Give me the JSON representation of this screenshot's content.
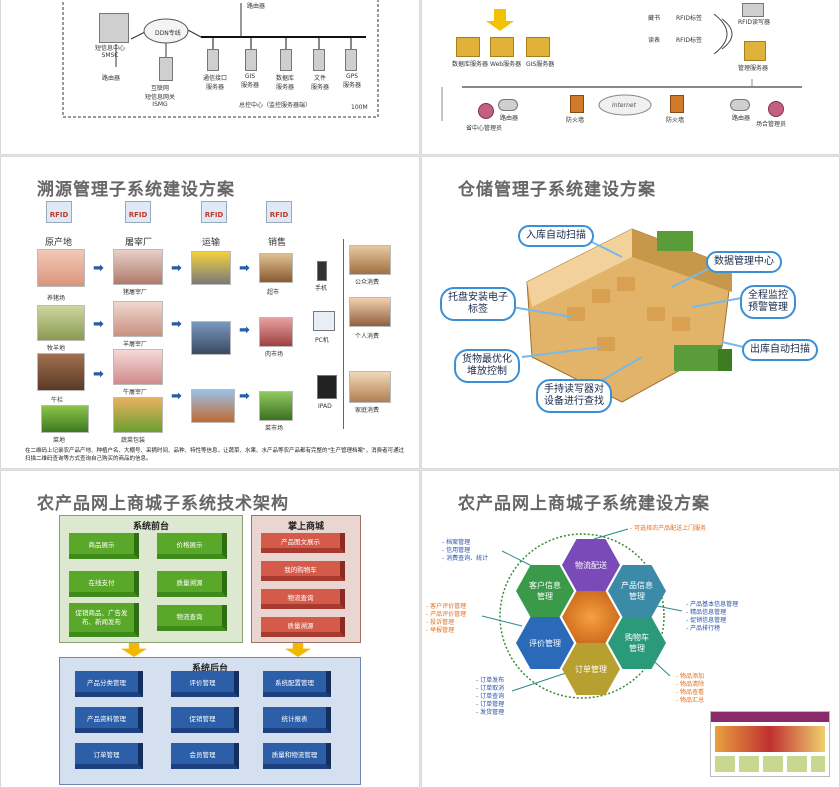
{
  "slides": {
    "top_left": {
      "labels": {
        "sms": "短信息中心\nSMSC",
        "router": "路由器",
        "ddn": "DDN专线",
        "gateway": "互联网\n短信息网关\nISMG",
        "server_top": "路由器",
        "comm": "通信接口\n服务器",
        "gis": "GIS\n服务器",
        "db": "数据库\n服务器",
        "file": "文件\n服务器",
        "gps": "GPS\n服务器",
        "center": "总控中心（监控服务器端）",
        "bandwidth": "100M"
      }
    },
    "top_right": {
      "labels": {
        "db_server": "数据库服务器",
        "web_server": "Web服务器",
        "gis_server": "GIS服务器",
        "internet": "Internet",
        "router": "路由器",
        "firewall1": "防火墙",
        "firewall2": "防火墙",
        "router2": "路由器",
        "center_admin": "省中心管理员",
        "user": "场合管理员",
        "rfid_reader": "RFID读写器",
        "mgmt_server": "管理服务器",
        "card1": "藏书",
        "card2": "RFID标签",
        "card3": "读表",
        "card4": "RFID标签"
      }
    },
    "mid_left": {
      "title": "溯源管理子系统建设方案",
      "rfid": "RFID",
      "columns": [
        "原产地",
        "屠宰厂",
        "运输",
        "销售"
      ],
      "origin_items": [
        "养猪场",
        "牧羊地",
        "牛栏",
        "菜地"
      ],
      "factory_items": [
        "猪屠宰厂",
        "羊屠宰厂",
        "牛屠宰厂",
        "蔬菜包装"
      ],
      "sale_items": [
        "超市",
        "肉市场",
        "菜市场"
      ],
      "devices": [
        "手机",
        "PC机",
        "IPAD"
      ],
      "consume": [
        "公众消费",
        "个人消费",
        "家庭消费"
      ],
      "note": "在二维码上记录农产品产地、种植户名、大棚号、采摘时间、品种、特性等信息，让蔬菜、水果、水产品等农产品都有完整的\"生产管理档案\"，消费者可通过扫描二维码查询等方式查询自己购买的商品的信息。"
    },
    "mid_right": {
      "title": "仓储管理子系统建设方案",
      "pills": [
        "入库自动扫描",
        "数据管理中心",
        "托盘安装电子\n标签",
        "全程监控\n预警管理",
        "出库自动扫描",
        "货物最优化\n堆放控制",
        "手持读写器对\n设备进行查找"
      ]
    },
    "bottom_left": {
      "title": "农产品网上商城子系统技术架构",
      "front": "系统前台",
      "mobile": "掌上商城",
      "back": "系统后台",
      "front_items": [
        "商品展示",
        "价格展示",
        "在线支付",
        "质量溯源",
        "促销商品、广告发布、新闻发布",
        "物流查询"
      ],
      "mobile_items": [
        "产品图文展示",
        "我的购物车",
        "物流查询",
        "质量溯源"
      ],
      "back_items": [
        "产品分类管理",
        "评价管理",
        "系统配置管理",
        "产品资料管理",
        "促销管理",
        "统计报表",
        "订单管理",
        "会员管理",
        "质量和物流管理"
      ]
    },
    "bottom_right": {
      "title": "农产品网上商城子系统建设方案",
      "hexes": [
        "物流配送",
        "客户信息\n管理",
        "产品信息\n管理",
        "评价管理",
        "购物车\n管理",
        "订单管理"
      ],
      "top_note": "- 可选择农产品配送上门服务",
      "left_top": "- 档案管理\n- 信用管理\n- 消费查询、统计",
      "left_mid": "- 客户评价管理\n- 产品评价管理\n- 投诉管理\n- 举报管理",
      "left_bottom": "- 订单发布\n- 订单取消\n- 订单查询\n- 订单管理\n- 发货管理",
      "right_mid": "- 产品基本信息管理\n- 精品信息管理\n- 促销信息管理\n- 产品排行榜",
      "right_bottom": "- 物品添加\n- 物品清除\n- 物品查看\n- 物品汇总"
    }
  },
  "colors": {
    "title": "#666666",
    "pill_border": "#3a8fd6",
    "green_cube": "#5aa82a",
    "red_cube": "#d45a4a",
    "blue_cube": "#2c5fa8"
  }
}
